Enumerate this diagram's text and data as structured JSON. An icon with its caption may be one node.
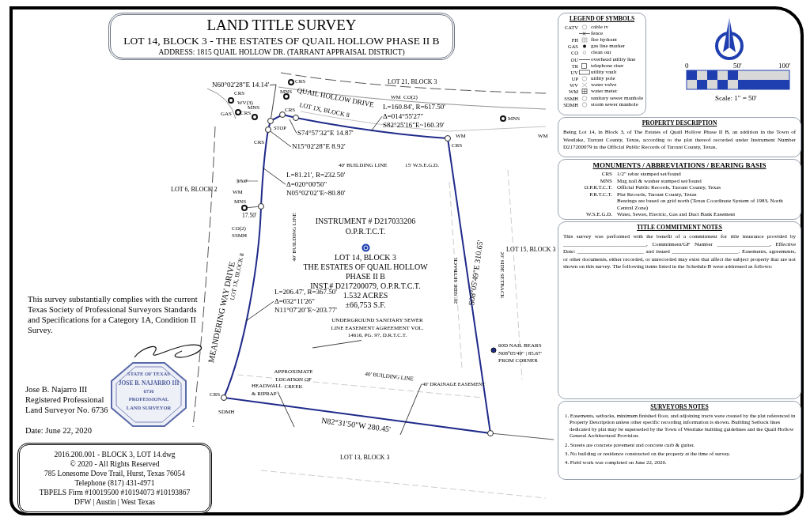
{
  "diagram": {
    "nodes": [
      {
        "text": [
          "LAND TITLE SURVEY",
          "LOT 14, BLOCK 3 - THE ESTATES OF QUAIL HOLLOW PHASE II B",
          "ADDRESS: 1815 QUAIL HOLLOW DR. (TARRANT APPRAISAL DISTRICT)"
        ]
      },
      {
        "text": [
          "LEGEND OF SYMBOLS"
        ]
      },
      {
        "text": [
          "PROPERTY DESCRIPTION",
          "Being Lot 14, in Block 3, of The Estates of Quail Hollow Phase II B, an addition in the Town of Westlake, Tarrant County, Texas, according to the plat thereof recorded under Instrument Number D217200079 in the Official Public Records of Tarrant County, Texas."
        ]
      },
      {
        "text": [
          "MONUMENTS / ABBREVIATIONS / BEARING BASIS",
          "CRS",
          "1/2\" rebar stamped set/found",
          "MNS",
          "Mag nail & washer stamped set/found",
          "O.P.R.T.C.T.",
          "Official Public Records, Tarrant County, Texas",
          "P.R.T.C.T.",
          "Plat Records, Tarrant County, Texas",
          "Bearings are based on grid north (Texas Coordinate System of 1983, North Central Zone)",
          "W.S.E.G.D.",
          "Water, Sewer, Electric, Gas and Duct Bank Easement"
        ]
      },
      {
        "text": [
          "TITLE COMMITMENT NOTES",
          "This survey was performed with the benefit of a commitment for title insurance provided by ______________________________, Commitment/GF Number ___________________, Effective Date: ________________________ and issued ________________________. Easements, agreements, or other documents, either recorded, or unrecorded may exist that affect the subject property that are not shown on this survey. The following items listed in the Schedule B were addressed as follows:"
        ]
      },
      {
        "text": [
          "SURVEYORS NOTES",
          "1. Easements, setbacks, minimum finished floor, and adjoining tracts were created by the plat referenced in Property Description unless other specific recording information is shown. Building Setback lines dedicated by plat may be superseded by the Town of Westlake building guidelines and the Quail Hollow General Architectural Provision.",
          "2. Streets are concrete pavement and concrete curb & gutter.",
          "3. No building or residence constructed on the property at the time of survey.",
          "4. Field work was completed on June 22, 2020."
        ]
      },
      {
        "text": [
          "N60°02'28\"E 14.14'"
        ]
      },
      {
        "text": [
          "L=160.84', R=617.50'",
          "Δ=014°55'27\"",
          "S82°25'16\"E~160.39'"
        ]
      },
      {
        "text": [
          "S74°57'32\"E 14.87'"
        ]
      },
      {
        "text": [
          "N15°02'28\"E 8.92'"
        ]
      },
      {
        "text": [
          "L=81.21', R=232.50'",
          "Δ=020°00'50\"",
          "N05°02'02\"E~80.80'"
        ]
      },
      {
        "text": [
          "L=206.47', R=367.50'",
          "Δ=032°11'26\"",
          "N11°07'20\"E~203.77'"
        ]
      },
      {
        "text": [
          "UNDERGROUND SANITARY SEWER LINE EASEMENT AGREEMENT VOL. 14616, PG. 97, D.R.T.C.T."
        ]
      },
      {
        "text": [
          "APPROXIMATE LOCATION OF CREEK"
        ]
      },
      {
        "text": [
          "40' DRAINAGE EASEMENT"
        ]
      },
      {
        "text": [
          "STATE OF TEXAS",
          "JOSE B. NAJARRO III",
          "6736",
          "PROFESSIONAL",
          "LAND SURVEYOR"
        ]
      },
      {
        "text": [
          "2016.200.001 - BLOCK 3, LOT 14.dwg",
          "© 2020 - All Rights Reserved",
          "785 Lonesome Dove Trail, Hurst, Texas 76054",
          "Telephone (817) 431-4971",
          "TBPELS Firm #10019500 #10194073 #10193867",
          "DFW | Austin | West Texas"
        ]
      },
      {
        "text": [],
        "shape": "circle"
      },
      {
        "text": [],
        "shape": "circle"
      }
    ],
    "edges": [
      {
        "from": 6,
        "to": 17,
        "arrow": "none"
      },
      {
        "from": 7,
        "to": null,
        "arrow": "none"
      },
      {
        "from": 8,
        "to": null,
        "arrow": "none"
      },
      {
        "from": 9,
        "to": 18,
        "arrow": "none"
      },
      {
        "from": 10,
        "to": null,
        "arrow": "none"
      },
      {
        "from": 11,
        "to": null,
        "arrow": "none"
      },
      {
        "from": 12,
        "to": null,
        "arrow": "none"
      },
      {
        "from": 13,
        "to": null,
        "arrow": "none"
      },
      {
        "from": 14,
        "to": null,
        "arrow": "none"
      }
    ],
    "labels": [
      "CATV",
      "FH",
      "GAS",
      "CO",
      "OU",
      "TR",
      "UV",
      "UP",
      "WV",
      "WM",
      "SSMH",
      "SDMH",
      "0",
      "50'",
      "100'",
      "Scale: 1\" = 50'",
      "CRS",
      "LOT 21, BLOCK 3",
      "CRS",
      "MNS",
      "WV(3)",
      "QUAIL HOLLOW DRIVE",
      "WM",
      "CO(2)",
      "GAS",
      "CRS",
      "MNS",
      "CRS",
      "CRS",
      "STOP",
      "LOT 1X, BLOCK 8",
      "MNS",
      "WM",
      "CRS",
      "WM",
      "40' BUILDING LINE",
      "15' W.S.E.G.D.",
      "LOT 6, BLOCK 2",
      "15.0'",
      "WM",
      "MNS",
      "17.50'",
      "CO(2)",
      "SSMH",
      "MEANDERING WAY DRIVE",
      "LOT 1X, BLOCK 8",
      "40' BUILDING LINE",
      "INSTRUMENT # D217033206",
      "O.P.R.T.C.T.",
      "LOT 14, BLOCK 3",
      "THE ESTATES OF QUAIL HOLLOW",
      "PHASE II B",
      "INST.# D217200079, O.P.R.T.C.T.",
      "1.532 ACRES",
      "±66,753 S.F.",
      "20' SIDE SETBACK",
      "S08°05'49\"E 310.65'",
      "20' SIDE SETBACK",
      "LOT 15, BLOCK 3",
      "60D NAIL BEARS N08°05'49\" | 85.67' FROM CORNER",
      "HEADWALL & RIPRAP",
      "40' BUILDING LINE",
      "CRS",
      "SDMH",
      "N82°31'50\"W 280.45'",
      "LOT 13, BLOCK 3",
      "This survey substantially complies with the current Texas Society of Professional Surveyors Standards and Specifications for a Category 1A, Condition II Survey.",
      "Jose B. Najarro III",
      "Registered Professional",
      "Land Surveyor No. 6736",
      "Date: June 22, 2020"
    ],
    "legend": [
      {
        "text": "cable tv"
      },
      {
        "text": "fence"
      },
      {
        "text": "fire hydrant"
      },
      {
        "text": "gas line marker"
      },
      {
        "text": "clean out"
      },
      {
        "text": "overhead utility line"
      },
      {
        "text": "telephone riser"
      },
      {
        "text": "utility vault"
      },
      {
        "text": "utility pole"
      },
      {
        "text": "water valve"
      },
      {
        "text": "water meter"
      },
      {
        "text": "sanitary sewer manhole"
      },
      {
        "text": "storm sewer manhole"
      }
    ]
  }
}
